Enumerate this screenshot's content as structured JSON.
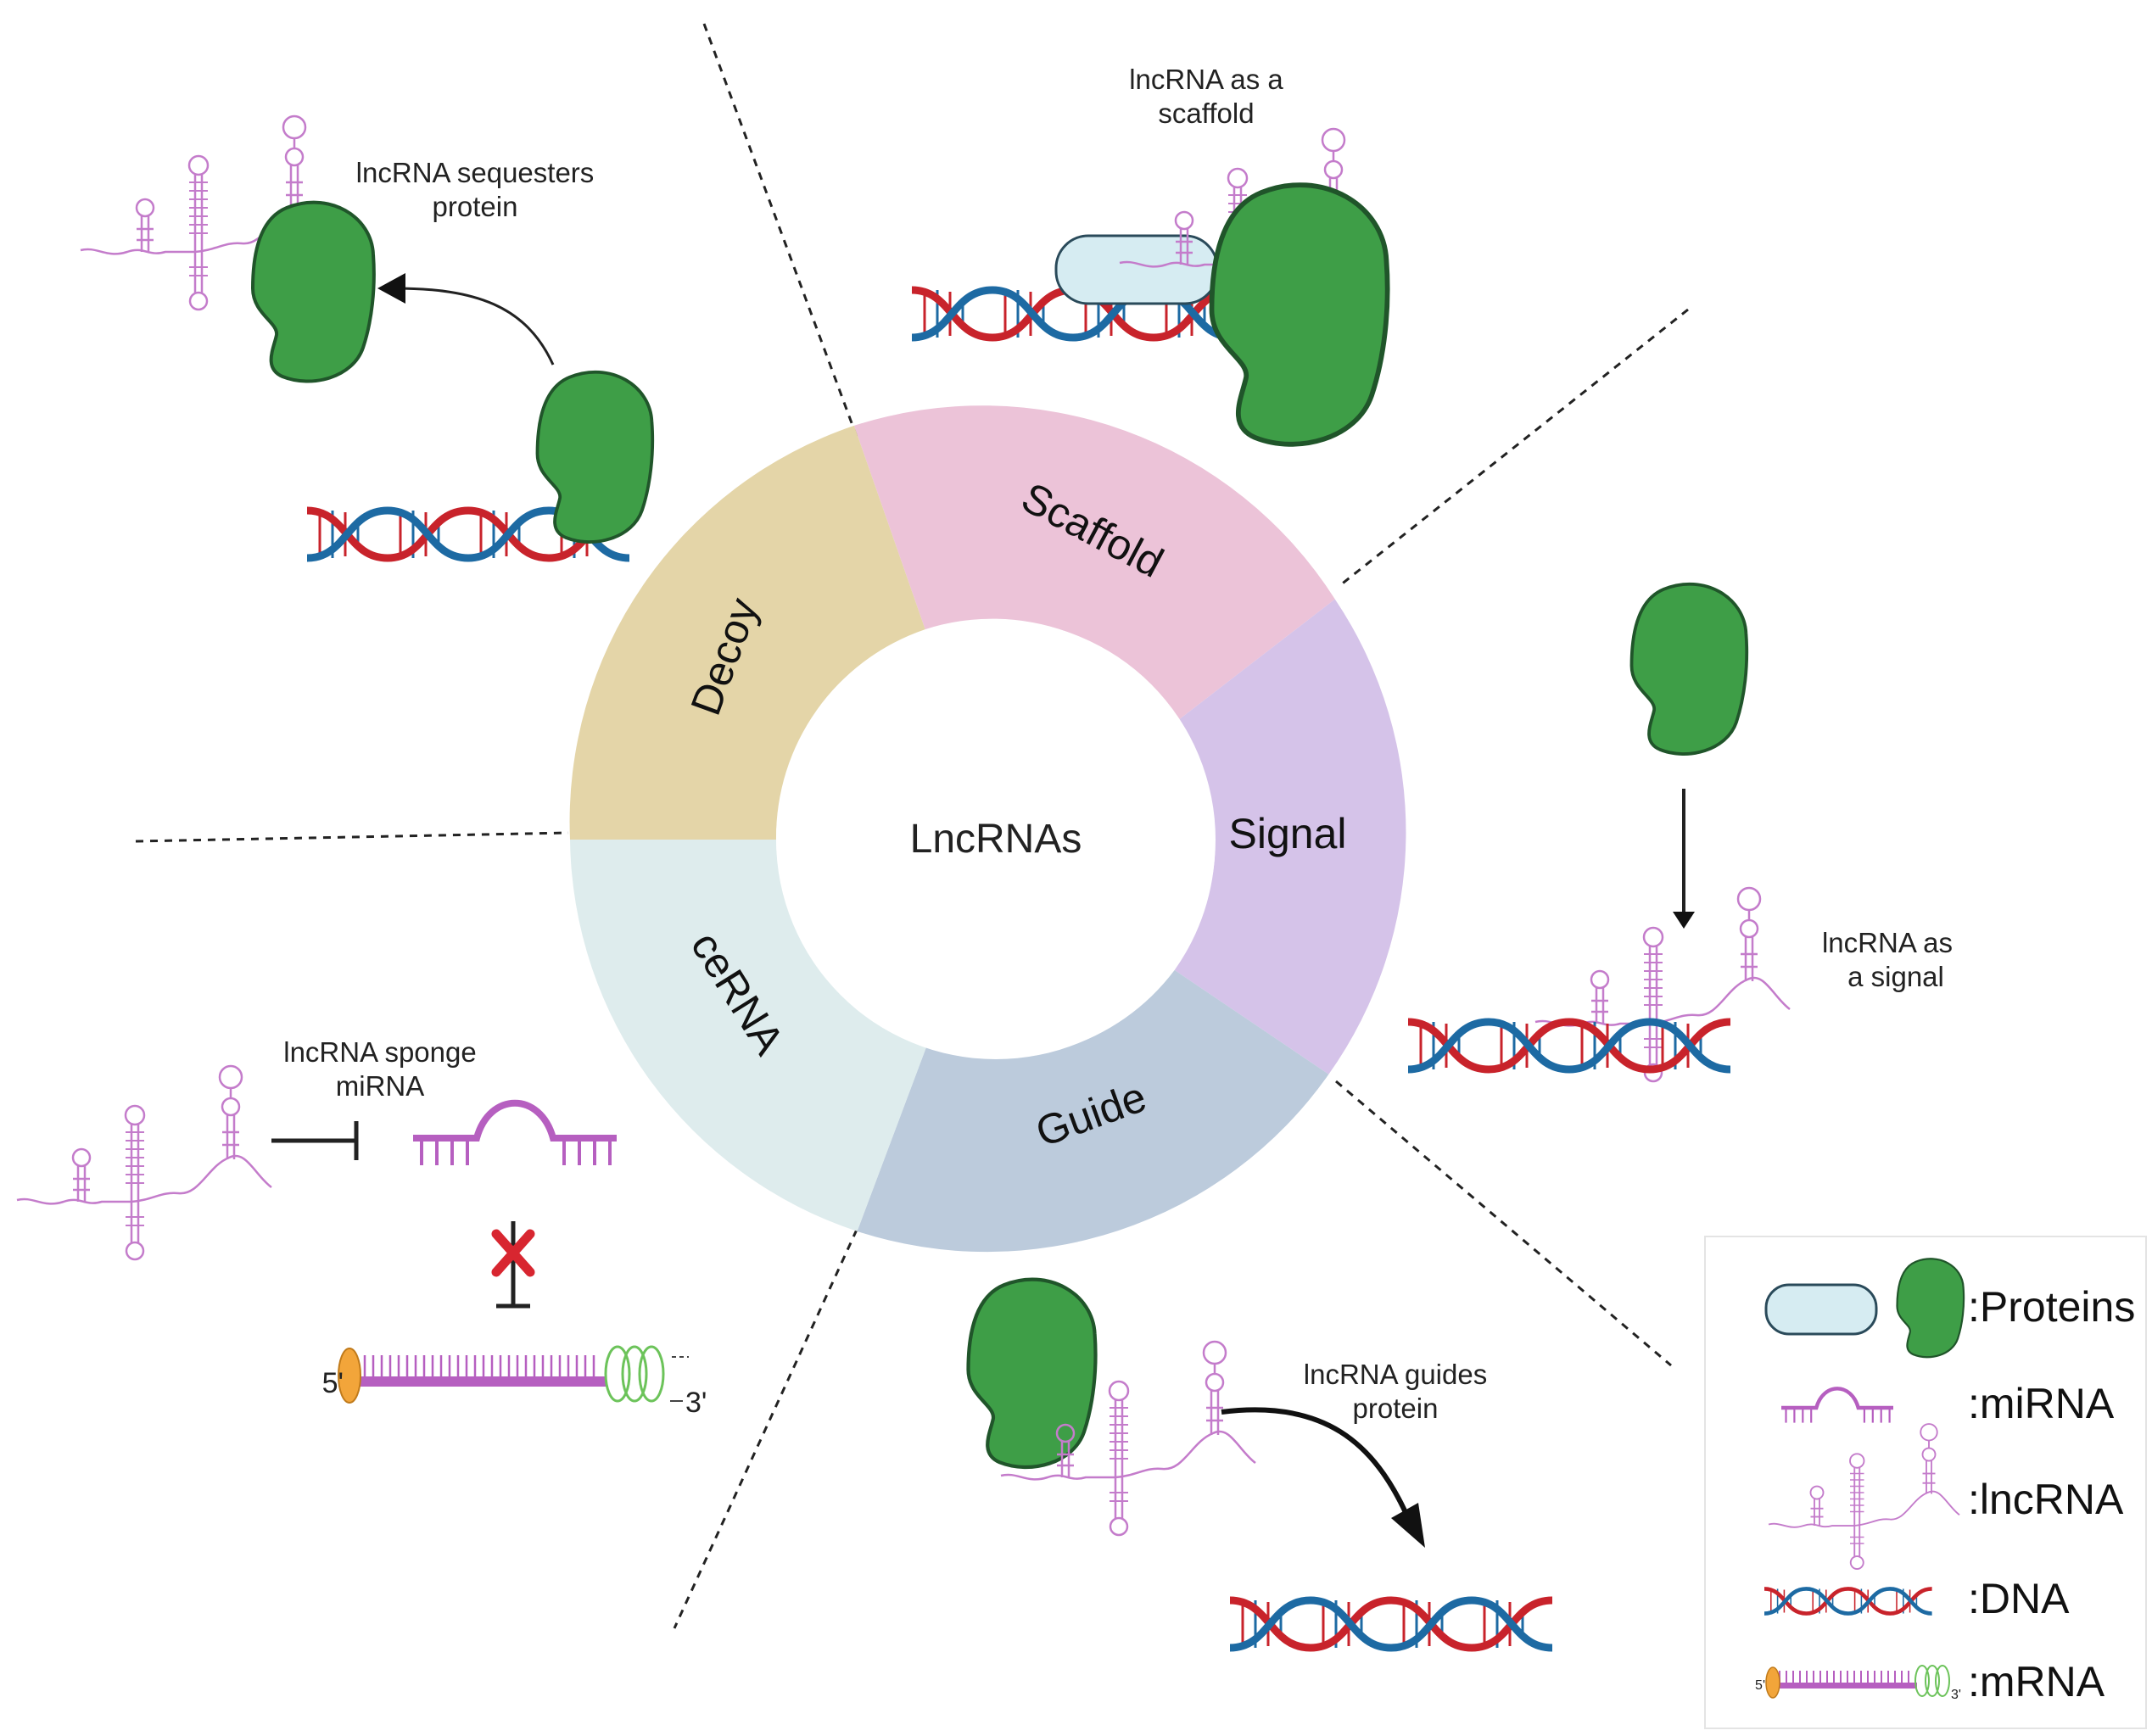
{
  "center_label": "LncRNAs",
  "segments": [
    {
      "label": "Scaffold",
      "color": "#ecc3d8"
    },
    {
      "label": "Signal",
      "color": "#d5c3e9"
    },
    {
      "label": "Guide",
      "color": "#bccbdc"
    },
    {
      "label": "ceRNA",
      "color": "#deeced"
    },
    {
      "label": "Decoy",
      "color": "#e4d5a8"
    }
  ],
  "captions": {
    "decoy_line1": "lncRNA sequesters",
    "decoy_line2": "protein",
    "scaffold_line1": "lncRNA as a",
    "scaffold_line2": "scaffold",
    "signal_line1": "lncRNA as",
    "signal_line2": "a signal",
    "guide_line1": "lncRNA guides",
    "guide_line2": "protein",
    "cerna_line1": "lncRNA sponge",
    "cerna_line2": "miRNA",
    "mrna_5prime": "5'",
    "mrna_3prime": "3'"
  },
  "legend": {
    "proteins": ":Proteins",
    "mirna": ":miRNA",
    "lncrna": ":lncRNA",
    "dna": ":DNA",
    "mrna": ":mRNA",
    "mrna_5prime": "5'",
    "mrna_3prime": "3'"
  },
  "colors": {
    "protein_green": "#3e9e47",
    "protein_blue": "#d6ecf2",
    "dna_red": "#c8232b",
    "dna_blue": "#1d6aa3",
    "rna_purple": "#b65fc0",
    "cap_orange": "#f2a53a",
    "polyA_green": "#7ec86a"
  }
}
